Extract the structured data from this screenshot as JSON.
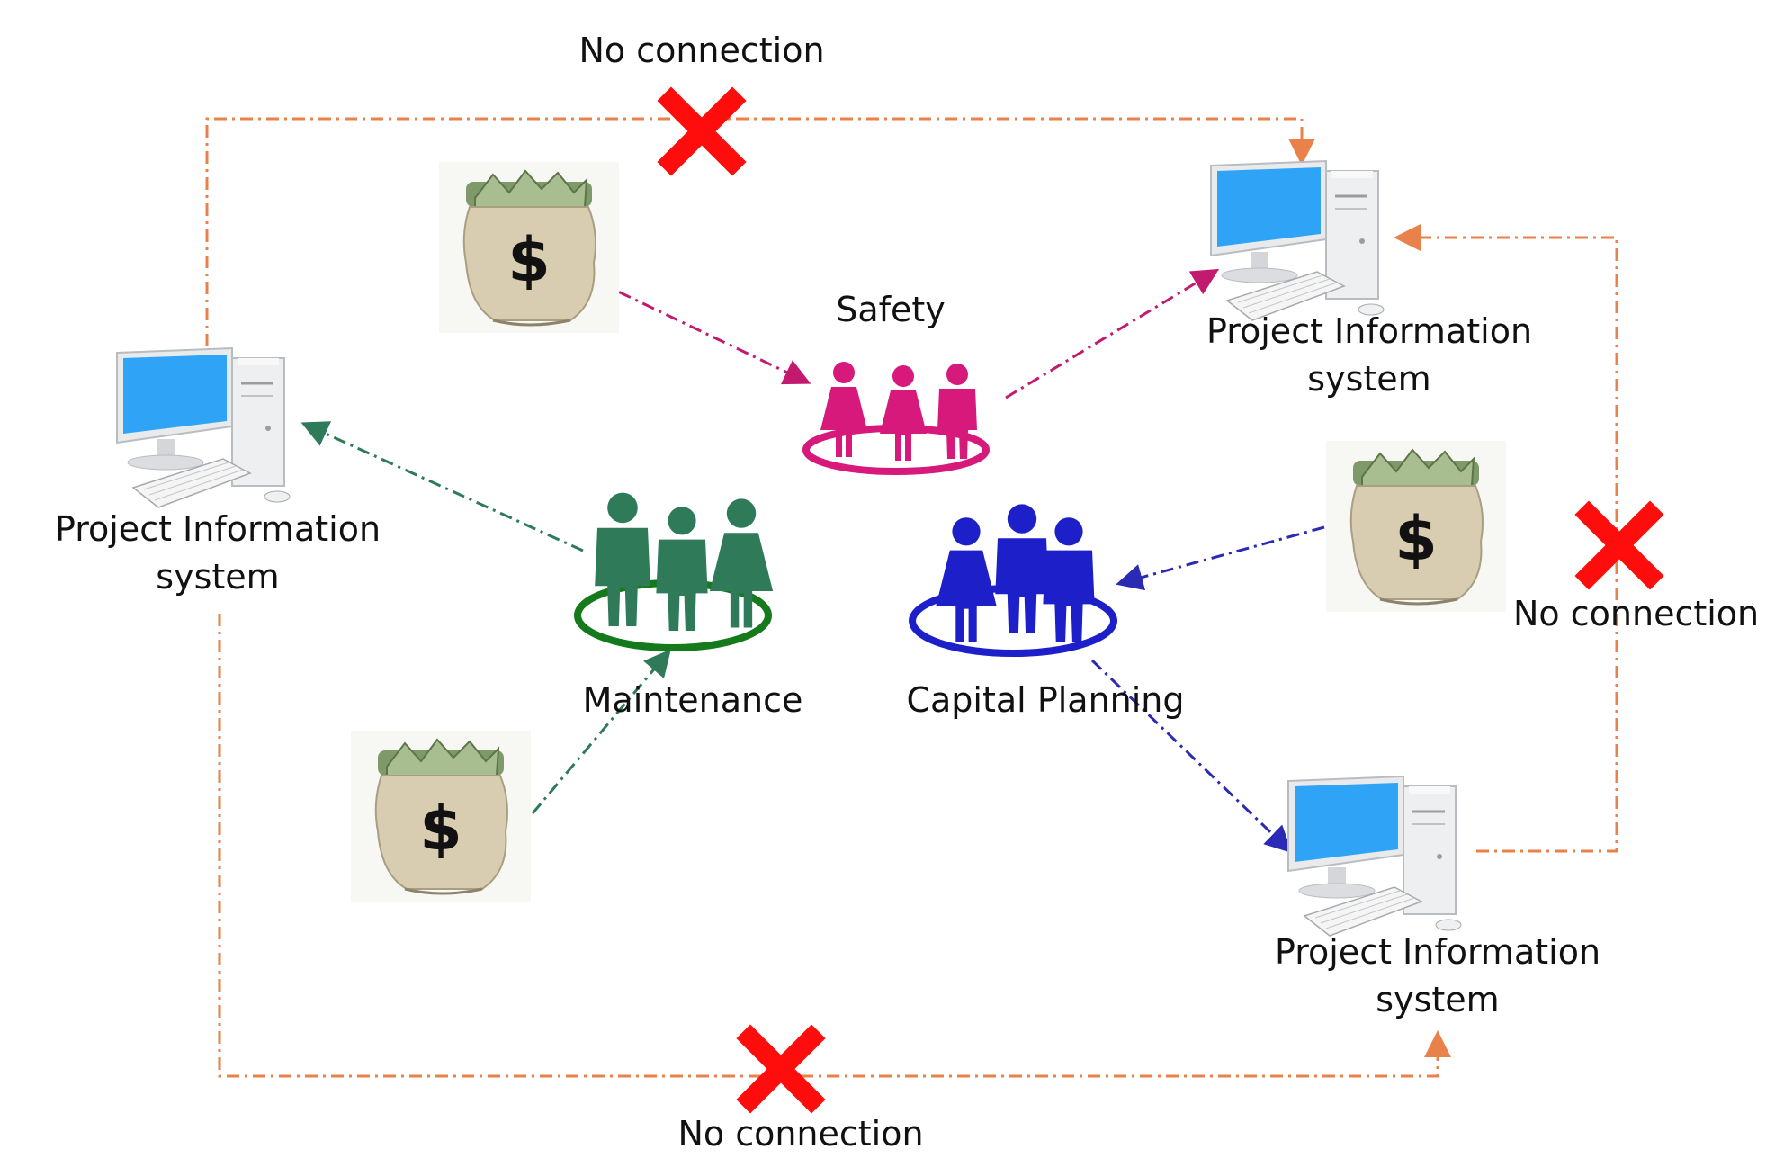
{
  "labels": {
    "no_connection_top": "No connection",
    "no_connection_right": "No connection",
    "no_connection_bottom": "No connection",
    "safety": "Safety",
    "maintenance": "Maintenance",
    "capital_planning": "Capital Planning",
    "pis_top_right_line1": "Project Information",
    "pis_top_right_line2": "system",
    "pis_left_line1": "Project Information",
    "pis_left_line2": "system",
    "pis_bottom_right_line1": "Project Information",
    "pis_bottom_right_line2": "system"
  },
  "colors": {
    "orange_link": "#e8824a",
    "safety": "#d6197a",
    "maintenance": "#2f7a58",
    "maintenance_ring": "#157a1c",
    "capital_planning": "#1d1fc9",
    "cross": "#ff0d0d",
    "monitor_screen": "#2fa3f5"
  },
  "icons": {
    "computer": "desktop-computer-icon",
    "money_bag": "money-bag-icon",
    "group": "people-group-icon",
    "no_connection": "red-x-icon"
  }
}
